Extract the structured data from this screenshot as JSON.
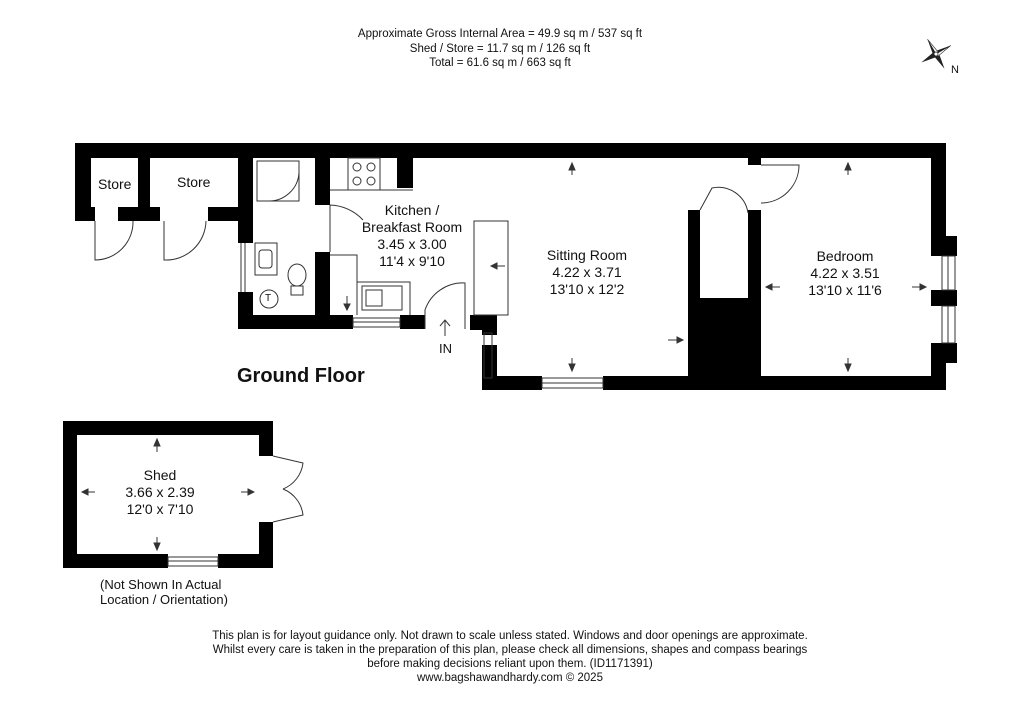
{
  "header": {
    "line1": "Approximate Gross Internal Area = 49.9 sq m / 537 sq ft",
    "line2": "Shed / Store = 11.7 sq m / 126 sq ft",
    "line3": "Total = 61.6 sq m / 663 sq ft"
  },
  "compass": {
    "label": "N"
  },
  "floor_title": "Ground Floor",
  "entrance_label": "IN",
  "rooms": {
    "store1": {
      "name": "Store"
    },
    "store2": {
      "name": "Store"
    },
    "kitchen": {
      "name_line1": "Kitchen /",
      "name_line2": "Breakfast Room",
      "metric": "3.45 x 3.00",
      "imperial": "11'4 x 9'10"
    },
    "sitting": {
      "name": "Sitting Room",
      "metric": "4.22 x 3.71",
      "imperial": "13'10 x 12'2"
    },
    "bedroom": {
      "name": "Bedroom",
      "metric": "4.22 x 3.51",
      "imperial": "13'10 x 11'6"
    },
    "shed": {
      "name": "Shed",
      "metric": "3.66 x 2.39",
      "imperial": "12'0 x 7'10"
    }
  },
  "boiler_label": "T",
  "shed_note": {
    "line1": "(Not Shown In Actual",
    "line2": "Location / Orientation)"
  },
  "disclaimer": {
    "line1": "This plan is for layout guidance only. Not drawn to scale unless stated. Windows and door openings are approximate.",
    "line2": "Whilst every care is taken in the preparation of this plan, please check all dimensions, shapes and compass bearings",
    "line3": "before making decisions reliant upon them. (ID1171391)",
    "line4": "www.bagshawandhardy.com © 2025"
  },
  "colors": {
    "wall": "#000000",
    "background": "#ffffff",
    "line": "#333333"
  }
}
